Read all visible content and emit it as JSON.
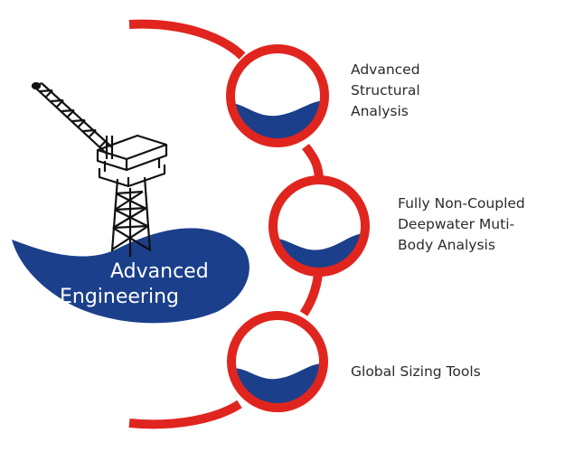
{
  "colors": {
    "red": "#e0251f",
    "navy": "#1b3f8b",
    "text": "#2b2b2b",
    "white": "#ffffff",
    "structure": "#111111"
  },
  "icons": [
    "offshore-platform-icon",
    "ocean-wave-icon"
  ],
  "hub": {
    "line1": "Advanced",
    "line2": "Engineering"
  },
  "nodes": [
    {
      "text": "Advanced\nStructural\nAnalysis"
    },
    {
      "text": "Fully Non-Coupled\nDeepwater Muti-\nBody Analysis"
    },
    {
      "text": "Global Sizing Tools"
    }
  ]
}
